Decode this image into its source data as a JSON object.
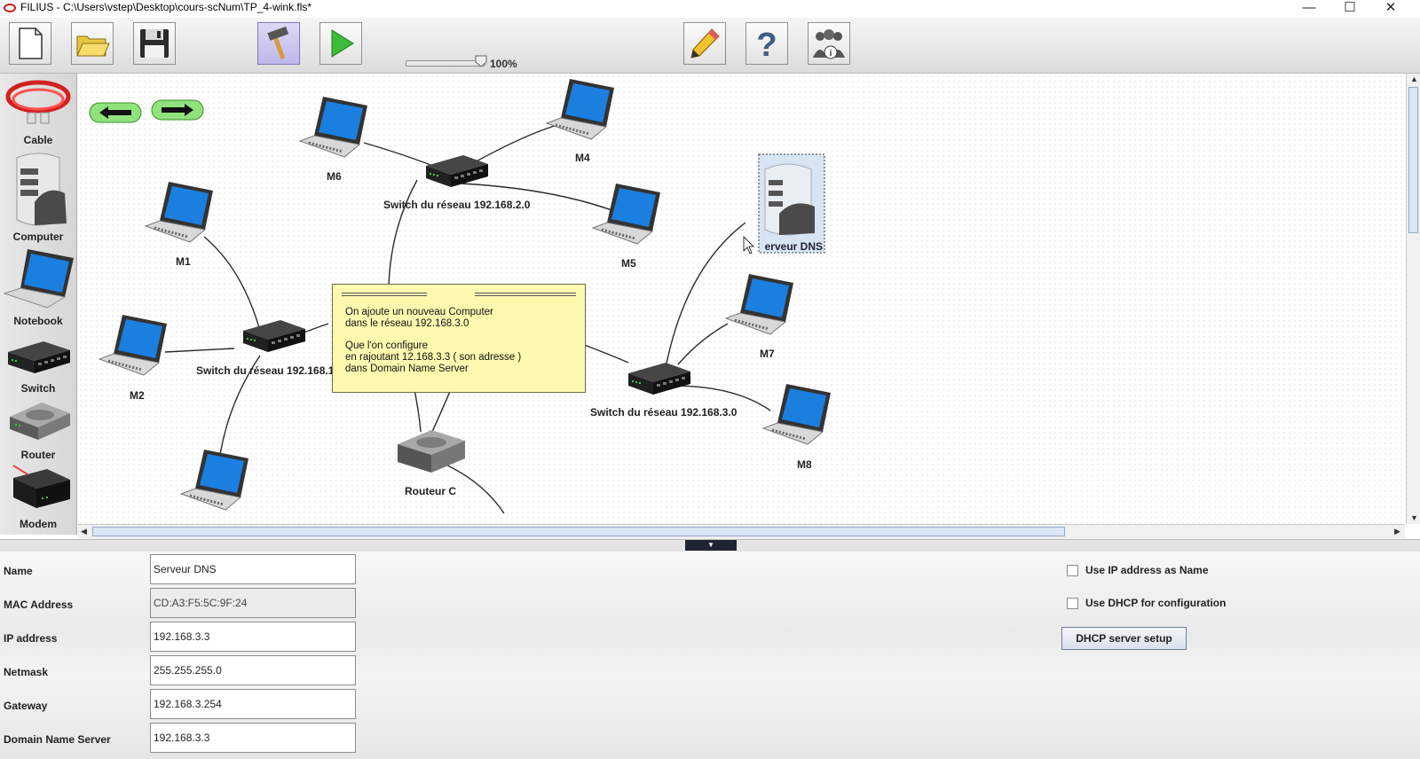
{
  "window": {
    "title": "FILIUS - C:\\Users\\vstep\\Desktop\\cours-scNum\\TP_4-wink.fls*",
    "minimize": "—",
    "maximize": "☐",
    "close": "✕"
  },
  "toolbar": {
    "buttons": [
      {
        "name": "new-file-button",
        "icon": "new-file-icon"
      },
      {
        "name": "open-folder-button",
        "icon": "open-folder-icon"
      },
      {
        "name": "save-button",
        "icon": "floppy-icon"
      },
      {
        "name": "design-mode-button",
        "icon": "hammer-icon",
        "active": true
      },
      {
        "name": "simulation-mode-button",
        "icon": "play-icon"
      },
      {
        "name": "documentation-button",
        "icon": "pencil-icon"
      },
      {
        "name": "help-button",
        "icon": "question-mark-icon"
      },
      {
        "name": "info-button",
        "icon": "people-info-icon"
      }
    ],
    "zoom_value": 1.0,
    "zoom_label": "100%"
  },
  "palette": {
    "items": [
      {
        "label": "Cable",
        "icon": "cable-icon"
      },
      {
        "label": "Computer",
        "icon": "server-icon"
      },
      {
        "label": "Notebook",
        "icon": "laptop-icon"
      },
      {
        "label": "Switch",
        "icon": "switch-icon"
      },
      {
        "label": "Router",
        "icon": "router-icon"
      },
      {
        "label": "Modem",
        "icon": "modem-icon"
      }
    ]
  },
  "canvas": {
    "nav": {
      "back_icon": "arrow-left-icon",
      "forward_icon": "arrow-right-icon"
    },
    "nodes": {
      "m1": "M1",
      "m2": "M2",
      "m4": "M4",
      "m5": "M5",
      "m6": "M6",
      "m7": "M7",
      "m8": "M8",
      "switch2": "Switch du réseau 192.168.2.0",
      "switch1": "Switch du réseau 192.168.1",
      "switch3": "Switch du réseau 192.168.3.0",
      "router": "Routeur C",
      "dns": "Serveur DNS"
    },
    "note": {
      "line1": "On ajoute un nouveau Computer",
      "line2": "dans le réseau 192.168.3.0",
      "line3": "Que l'on configure",
      "line4": "en rajoutant 12.168.3.3 ( son adresse )",
      "line5": "dans  Domain Name Server"
    }
  },
  "properties": {
    "name_label": "Name",
    "name_value": "Serveur DNS",
    "mac_label": "MAC Address",
    "mac_value": "CD:A3:F5:5C:9F:24",
    "ip_label": "IP address",
    "ip_value": "192.168.3.3",
    "netmask_label": "Netmask",
    "netmask_value": "255.255.255.0",
    "gateway_label": "Gateway",
    "gateway_value": "192.168.3.254",
    "dns_label": "Domain Name Server",
    "dns_value": "192.168.3.3",
    "use_ip_as_name": "Use IP address as Name",
    "use_dhcp": "Use DHCP for configuration",
    "dhcp_button": "DHCP server setup"
  },
  "colors": {
    "note_bg": "#fdfab0",
    "selection_bg": "#d6e4f3",
    "toolbar_active": "#c9c5ef",
    "nav_button": "#8fe37a"
  }
}
